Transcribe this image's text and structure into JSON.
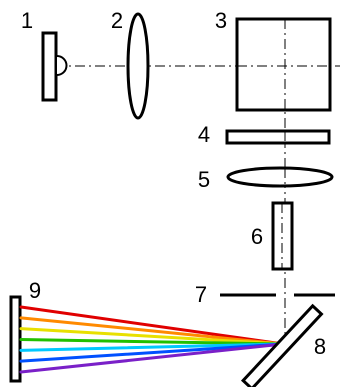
{
  "labels": {
    "n1": "1",
    "n2": "2",
    "n3": "3",
    "n4": "4",
    "n5": "5",
    "n6": "6",
    "n7": "7",
    "n8": "8",
    "n9": "9"
  },
  "spectrum_colors": [
    "#e00000",
    "#ff8a00",
    "#e8e000",
    "#22c000",
    "#00c8ff",
    "#0050ff",
    "#7a20c8"
  ]
}
